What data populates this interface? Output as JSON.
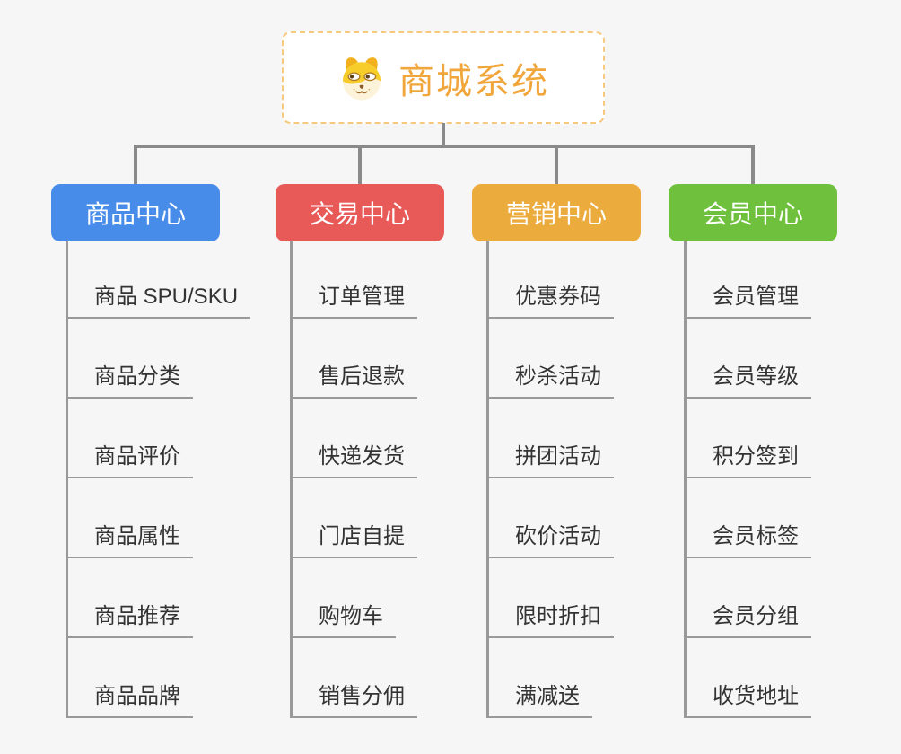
{
  "app": {
    "background": "#f6f6f7",
    "connector_color": "#8a8a8a",
    "leaf_line_color": "#999999",
    "leaf_text_color": "#333333"
  },
  "root": {
    "title": "商城系统",
    "accent_color": "#f1a63b",
    "border_color": "#f7c97e",
    "icon": "doge-face-icon"
  },
  "branches": [
    {
      "id": "product-center",
      "label": "商品中心",
      "color": "#478ce8",
      "items": [
        "商品 SPU/SKU",
        "商品分类",
        "商品评价",
        "商品属性",
        "商品推荐",
        "商品品牌"
      ]
    },
    {
      "id": "trade-center",
      "label": "交易中心",
      "color": "#e85a57",
      "items": [
        "订单管理",
        "售后退款",
        "快递发货",
        "门店自提",
        "购物车",
        "销售分佣"
      ]
    },
    {
      "id": "marketing-center",
      "label": "营销中心",
      "color": "#ecab3d",
      "items": [
        "优惠券码",
        "秒杀活动",
        "拼团活动",
        "砍价活动",
        "限时折扣",
        "满减送"
      ]
    },
    {
      "id": "member-center",
      "label": "会员中心",
      "color": "#6fc13d",
      "items": [
        "会员管理",
        "会员等级",
        "积分签到",
        "会员标签",
        "会员分组",
        "收货地址"
      ]
    }
  ]
}
